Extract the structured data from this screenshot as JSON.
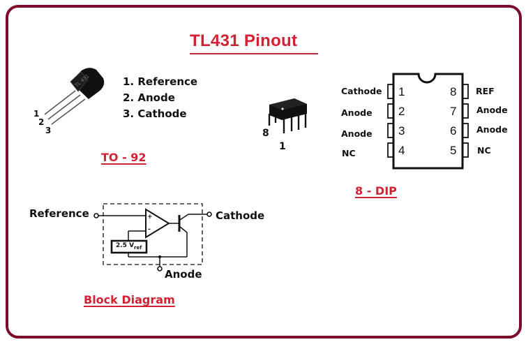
{
  "title": "TL431 Pinout",
  "colors": {
    "accent": "#d42033",
    "border": "#7b0c2b",
    "text": "#111111"
  },
  "to92": {
    "caption": "TO - 92",
    "pin_numbers": [
      "1",
      "2",
      "3"
    ],
    "pins": [
      "1. Reference",
      "2. Anode",
      "3. Cathode"
    ]
  },
  "dip_photo": {
    "pin_labels": [
      "8",
      "1"
    ]
  },
  "dip": {
    "caption": "8 - DIP",
    "left_pins": [
      {
        "num": "1",
        "name": "Cathode"
      },
      {
        "num": "2",
        "name": "Anode"
      },
      {
        "num": "3",
        "name": "Anode"
      },
      {
        "num": "4",
        "name": "NC"
      }
    ],
    "right_pins": [
      {
        "num": "8",
        "name": "REF"
      },
      {
        "num": "7",
        "name": "Anode"
      },
      {
        "num": "6",
        "name": "Anode"
      },
      {
        "num": "5",
        "name": "NC"
      }
    ]
  },
  "block_diagram": {
    "caption": "Block Diagram",
    "reference_label": "Reference",
    "cathode_label": "Cathode",
    "anode_label": "Anode",
    "vref_label": "2.5 V",
    "vref_sub": "ref",
    "plus_sign": "+",
    "minus_sign": "-"
  }
}
